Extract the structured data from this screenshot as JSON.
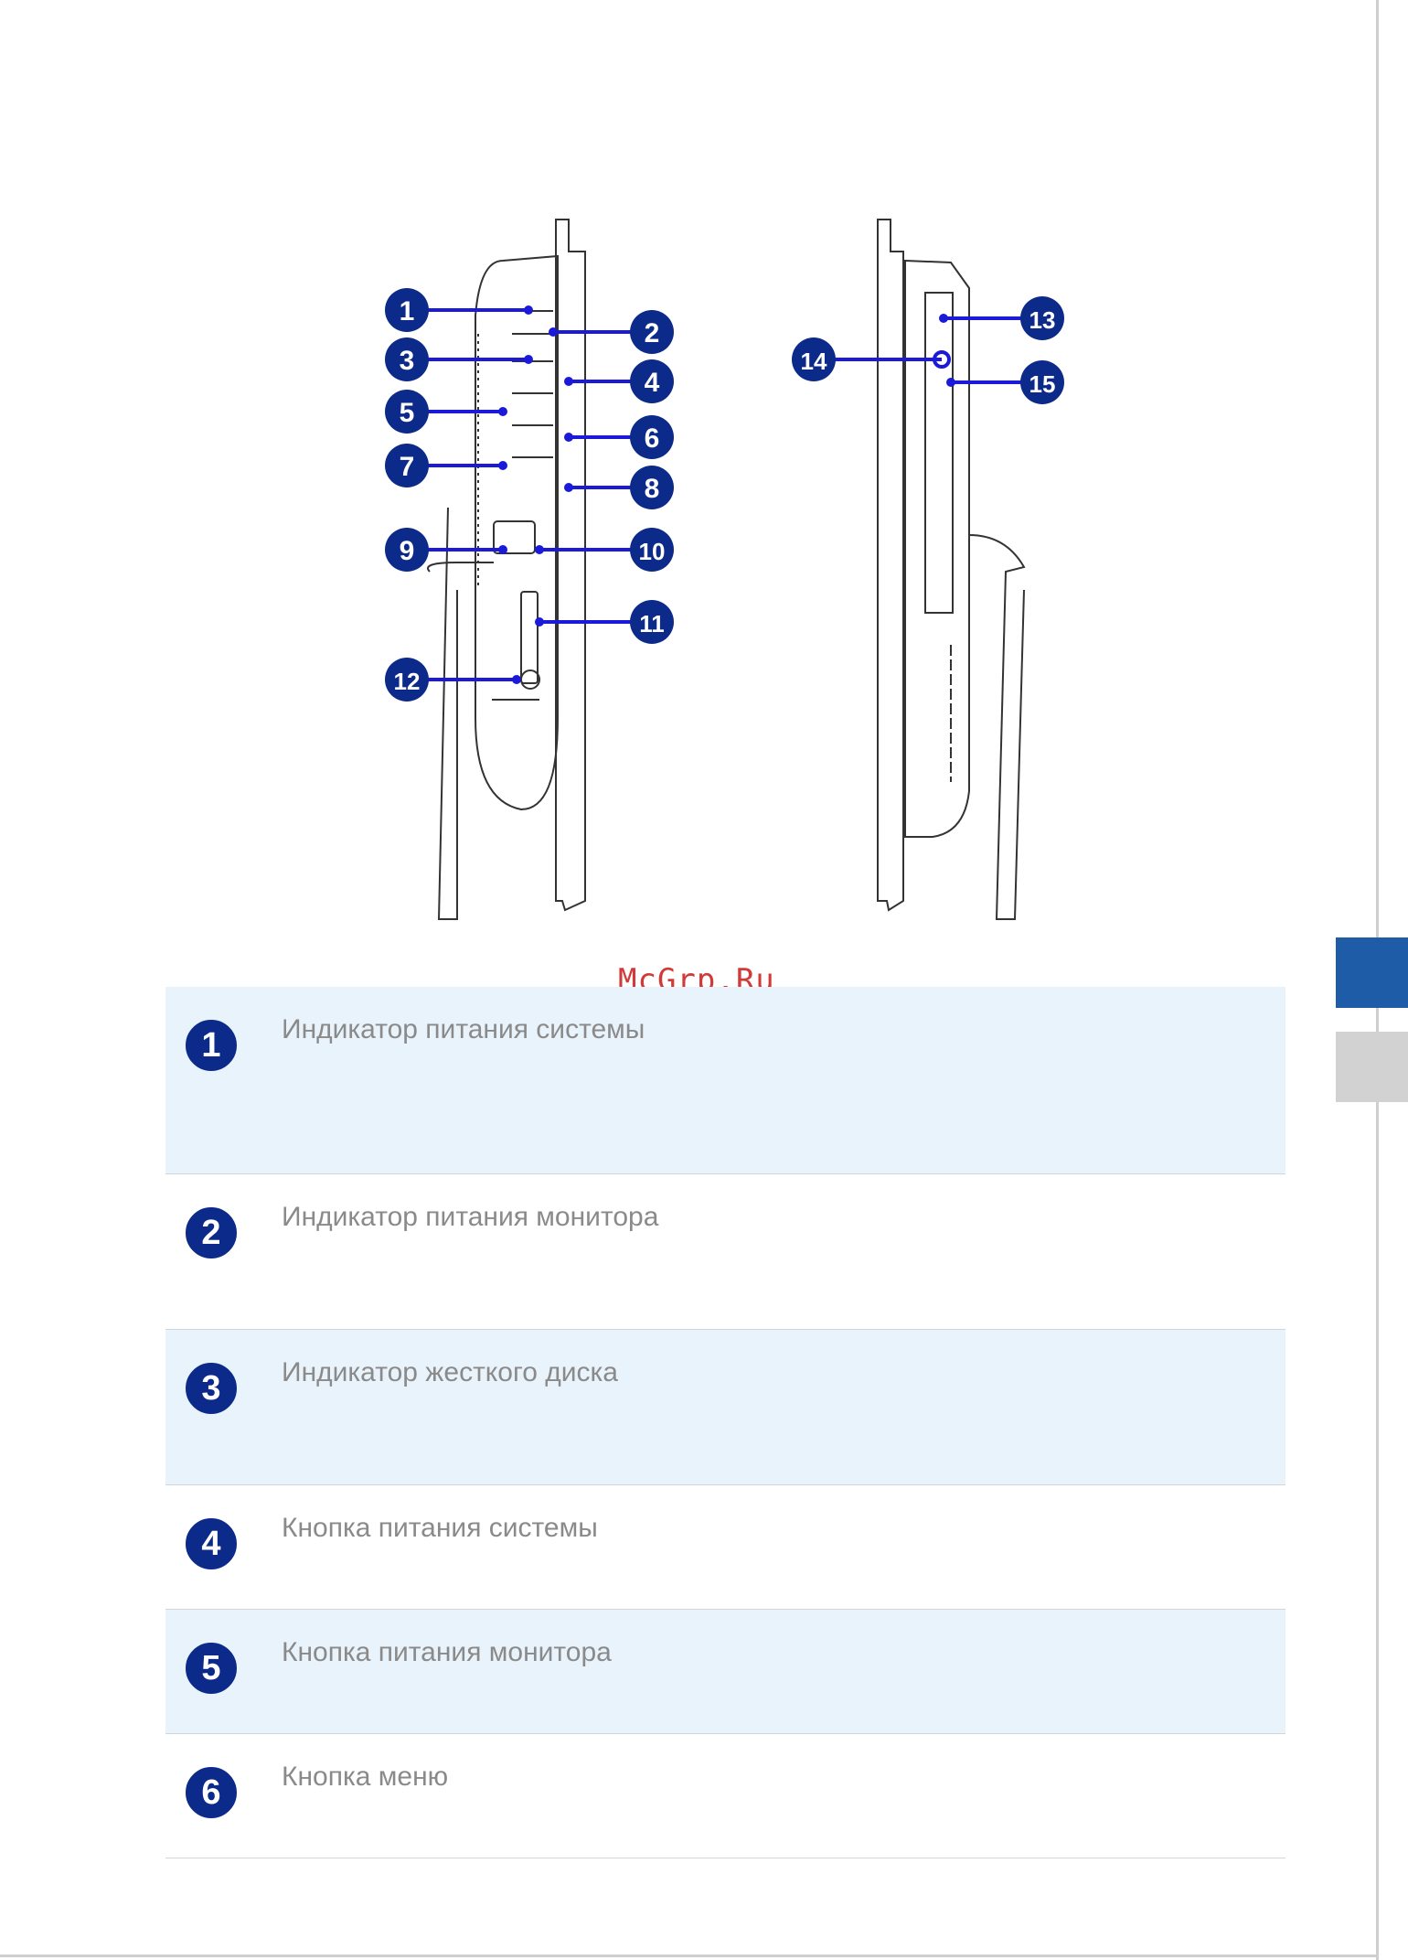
{
  "watermark": "McGrp.Ru",
  "diagram": {
    "left_callouts": [
      "1",
      "2",
      "3",
      "4",
      "5",
      "6",
      "7",
      "8",
      "9",
      "10",
      "11",
      "12"
    ],
    "right_callouts": [
      "13",
      "14",
      "15"
    ]
  },
  "items": [
    {
      "number": "1",
      "label": "Индикатор питания системы"
    },
    {
      "number": "2",
      "label": "Индикатор питания монитора"
    },
    {
      "number": "3",
      "label": "Индикатор жесткого диска"
    },
    {
      "number": "4",
      "label": "Кнопка питания системы"
    },
    {
      "number": "5",
      "label": "Кнопка питания монитора"
    },
    {
      "number": "6",
      "label": "Кнопка меню"
    }
  ],
  "colors": {
    "accent_tab": "#1f5ca8",
    "secondary_tab": "#d2d2d2",
    "badge": "#0c2a8a",
    "callout_line": "#1a1ad8",
    "row_shade": "#e9f3fb",
    "label_text": "#8a8a8a",
    "watermark": "#d23a3a"
  }
}
